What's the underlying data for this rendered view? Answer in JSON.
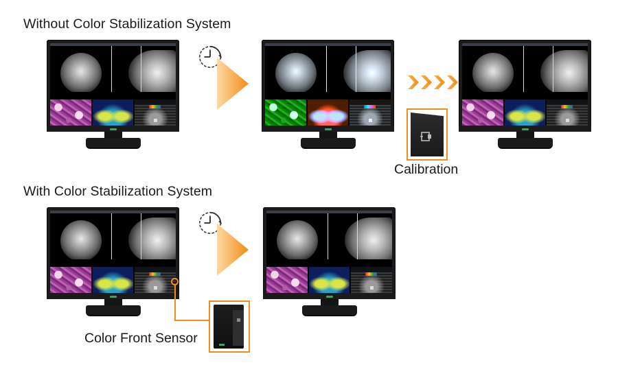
{
  "headings": {
    "without": "Without Color Stabilization System",
    "with": "With Color Stabilization System"
  },
  "captions": {
    "calibration": "Calibration",
    "front_sensor": "Color Front Sensor"
  },
  "colors": {
    "accent_orange": "#f28c1a",
    "bezel": "#1b1b1b"
  },
  "icons": {
    "clock": "clock-elapsed-icon",
    "play_arrow": "orange-triangle-arrow-icon",
    "progress_chevrons": "chevron-right-icon"
  }
}
